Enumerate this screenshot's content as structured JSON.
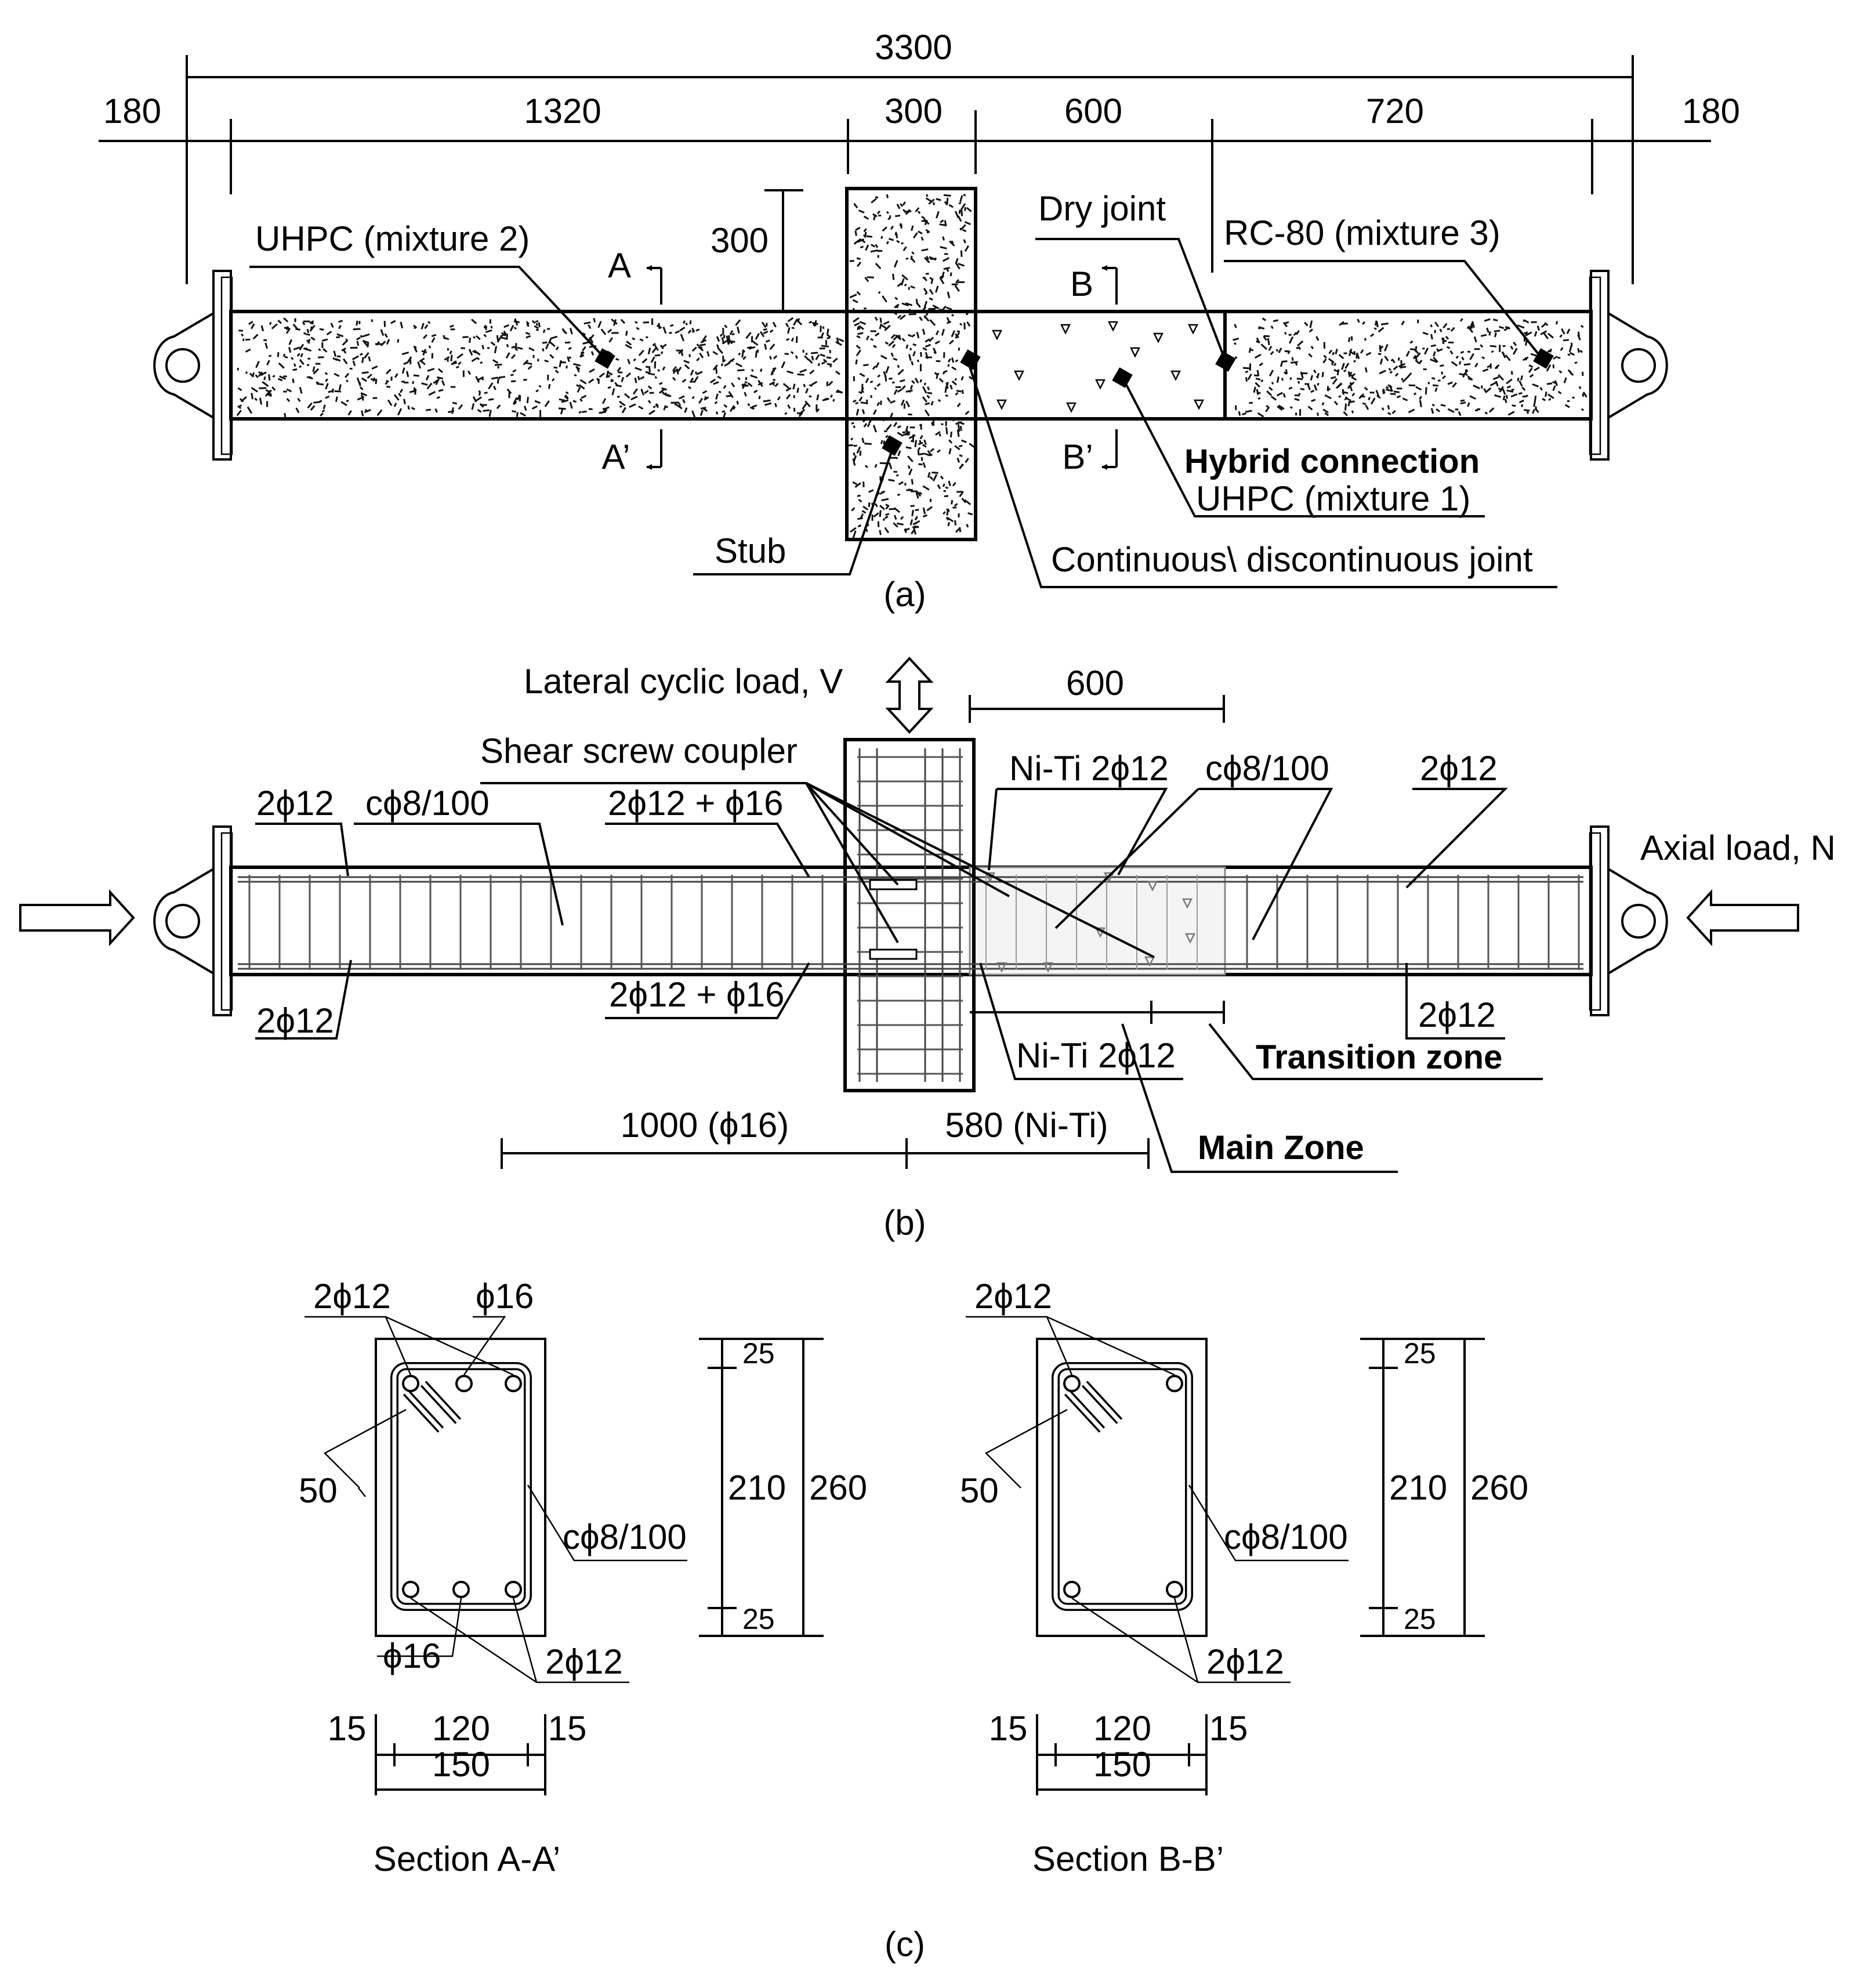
{
  "panel_a": {
    "dims_top": {
      "total": "3300",
      "left_end": "180",
      "seg1": "1320",
      "seg2": "300",
      "seg3": "600",
      "seg4": "720",
      "right_end": "180"
    },
    "stub_height": "300",
    "labels": {
      "uhpc2": "UHPC (mixture 2)",
      "dry_joint": "Dry joint",
      "rc80": "RC-80 (mixture 3)",
      "hybrid": "Hybrid connection",
      "uhpc1": "UHPC (mixture 1)",
      "cont_joint": "Continuous\\ discontinuous joint",
      "stub": "Stub",
      "sec_a": "A",
      "sec_a2": "A’",
      "sec_b": "B",
      "sec_b2": "B’"
    },
    "caption": "(a)"
  },
  "panel_b": {
    "labels": {
      "lateral": "Lateral cyclic load, V",
      "dim600": "600",
      "coupler": "Shear screw coupler",
      "niti_top": "Ni-Ti 2ϕ12",
      "stirrup_r": "cϕ8/100",
      "bar_r_top": "2ϕ12",
      "axial": "Axial load, N",
      "bar_l_top": "2ϕ12",
      "stirrup_l": "cϕ8/100",
      "bar_mid_top": "2ϕ12 + ϕ16",
      "bar_mid_bot": "2ϕ12 + ϕ16",
      "bar_l_bot": "2ϕ12",
      "bar_r_bot": "2ϕ12",
      "niti_bot": "Ni-Ti 2ϕ12",
      "transition": "Transition zone",
      "main_zone": "Main Zone",
      "dim1000": "1000 (ϕ16)",
      "dim580": "580 (Ni-Ti)"
    },
    "caption": "(b)"
  },
  "panel_c": {
    "sectionA": {
      "title": "Section A-A’",
      "top_bars": "2ϕ12",
      "top_extra": "ϕ16",
      "hook": "50",
      "stirrup": "cϕ8/100",
      "bot_extra": "ϕ16",
      "bot_bars": "2ϕ12",
      "cover_top": "25",
      "core": "210",
      "height": "260",
      "cover_bot": "25",
      "w_left": "15",
      "w_core": "120",
      "w_right": "15",
      "width": "150"
    },
    "sectionB": {
      "title": "Section B-B’",
      "top_bars": "2ϕ12",
      "hook": "50",
      "stirrup": "cϕ8/100",
      "bot_bars": "2ϕ12",
      "cover_top": "25",
      "core": "210",
      "height": "260",
      "cover_bot": "25",
      "w_left": "15",
      "w_core": "120",
      "w_right": "15",
      "width": "150"
    },
    "caption": "(c)"
  }
}
